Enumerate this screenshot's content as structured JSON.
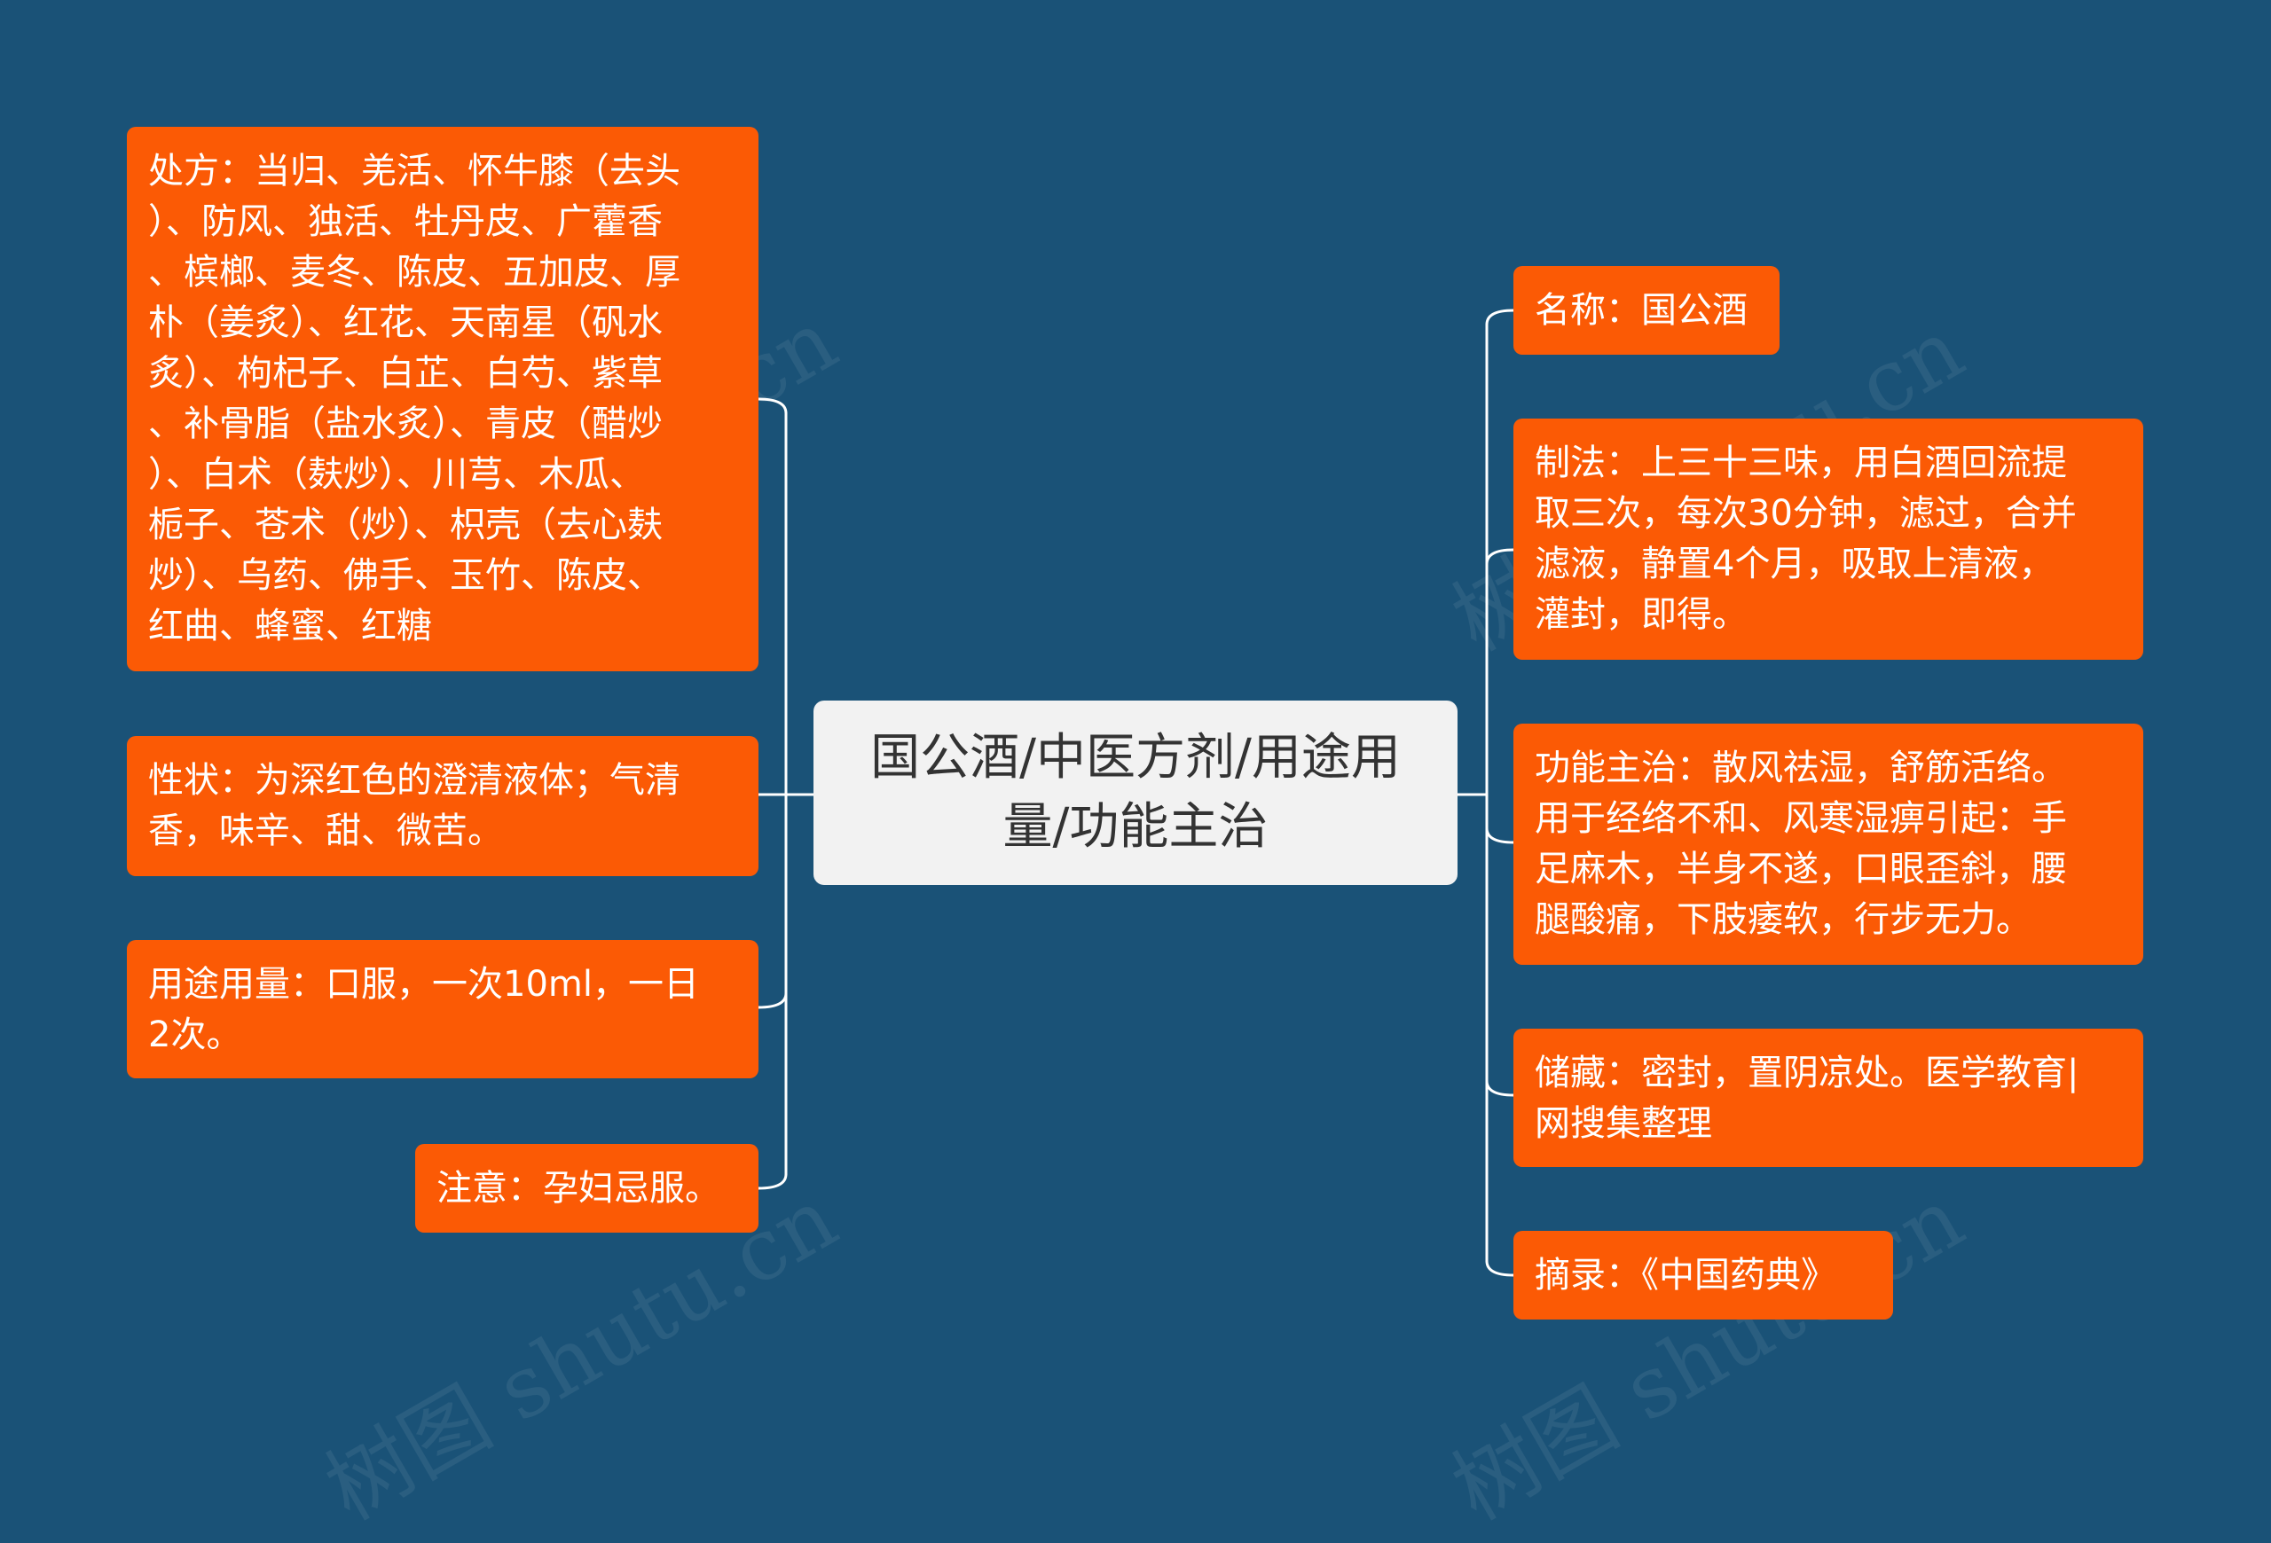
{
  "center": {
    "title": "国公酒/中医方剂/用途用\n量/功能主治"
  },
  "left_nodes": [
    {
      "id": "prescription",
      "text": "处方：当归、羌活、怀牛膝（去头\n）、防风、独活、牡丹皮、广藿香\n、槟榔、麦冬、陈皮、五加皮、厚\n朴（姜炙）、红花、天南星（矾水\n炙）、枸杞子、白芷、白芍、紫草\n、补骨脂（盐水炙）、青皮（醋炒\n）、白术（麸炒）、川芎、木瓜、\n栀子、苍术（炒）、枳壳（去心麸\n炒）、乌药、佛手、玉竹、陈皮、\n红曲、蜂蜜、红糖"
    },
    {
      "id": "properties",
      "text": "性状：为深红色的澄清液体；气清\n香，味辛、甜、微苦。"
    },
    {
      "id": "usage",
      "text": "用途用量：口服，一次10ml，一日\n2次。"
    },
    {
      "id": "caution",
      "text": "注意：孕妇忌服。"
    }
  ],
  "right_nodes": [
    {
      "id": "name",
      "text": "名称：国公酒"
    },
    {
      "id": "preparation",
      "text": "制法：上三十三味，用白酒回流提\n取三次，每次30分钟，滤过，合并\n滤液，静置4个月，吸取上清液，\n灌封，即得。"
    },
    {
      "id": "function",
      "text": "功能主治：散风祛湿，舒筋活络。\n用于经络不和、风寒湿痹引起：手\n足麻木，半身不遂，口眼歪斜，腰\n腿酸痛，下肢痿软，行步无力。"
    },
    {
      "id": "storage",
      "text": "储藏：密封，置阴凉处。医学教育|\n网搜集整理"
    },
    {
      "id": "source",
      "text": "摘录：《中国药典》"
    }
  ],
  "watermark": "树图 shutu.cn",
  "colors": {
    "background": "#1a5277",
    "node": "#fb5a05",
    "center": "#f2f2f2",
    "connector": "#ffffff"
  }
}
